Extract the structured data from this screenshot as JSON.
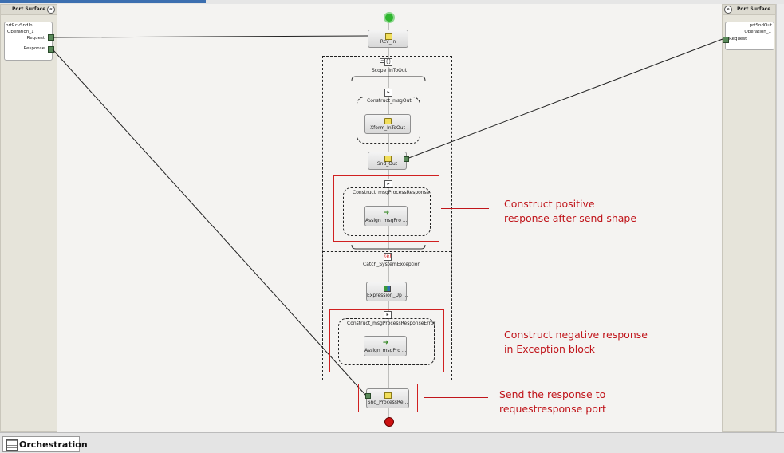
{
  "left_panel": {
    "title": "Port Surface",
    "port_name": "prtRcvSndIn",
    "operation": "Operation_1",
    "request": "Request",
    "response": "Response"
  },
  "right_panel": {
    "title": "Port Surface",
    "port_name": "prtSndOut",
    "operation": "Operation_1",
    "request": "Request"
  },
  "shapes": {
    "rcv_in": "Rcv_In",
    "scope": "Scope_InToOut",
    "construct_out": "Construct_msgOut",
    "xform": "Xform_InToOut",
    "snd_out": "Snd_Out",
    "construct_resp": "Construct_msgProcessResponse",
    "assign_resp": "Assign_msgPro ...",
    "catch": "Catch_SystemException",
    "expression": "Expression_Up ...",
    "construct_err": "Construct_msgProcessResponseError",
    "assign_err": "Assign_msgPro ...",
    "snd_process": "Snd_ProcessRe..."
  },
  "annotations": {
    "positive_1": "Construct positive",
    "positive_2": "response after send shape",
    "negative_1": "Construct negative response",
    "negative_2": "in Exception block",
    "send_1": "Send the response to",
    "send_2": "requestresponse port"
  },
  "bottom_tab": {
    "label": "Orchestration"
  },
  "colors": {
    "annotation": "#c0151b",
    "start": "#2fb52f",
    "end": "#cc1111"
  }
}
